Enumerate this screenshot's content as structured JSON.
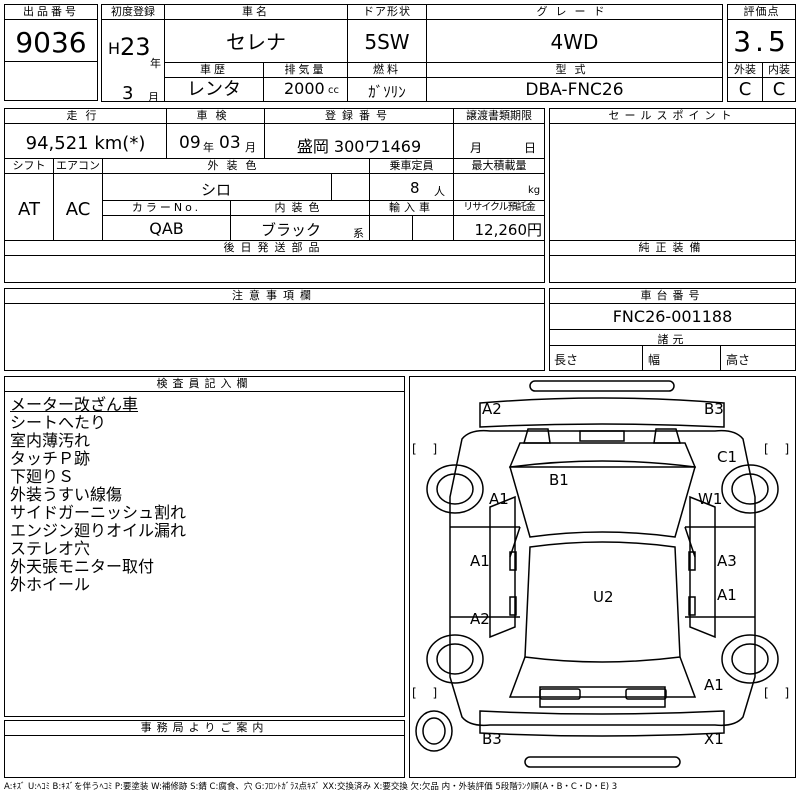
{
  "header": {
    "lot_label": "出品番号",
    "lot": "9036",
    "first_reg_label": "初度登録",
    "era": "H",
    "year": "23",
    "year_unit": "年",
    "month": "3",
    "month_unit": "月",
    "name_label": "車名",
    "name": "セレナ",
    "door_label": "ドア形状",
    "door": "5SW",
    "grade_label": "グレード",
    "grade": "4WD",
    "score_label": "評価点",
    "score": "3.5",
    "history_label": "車歴",
    "history": "レンタ",
    "disp_label": "排気量",
    "disp": "2000",
    "disp_unit": "cc",
    "fuel_label": "燃料",
    "fuel": "ｶﾞｿﾘﾝ",
    "model_label": "型式",
    "model": "DBA-FNC26",
    "ext_label": "外装",
    "ext": "C",
    "int_label": "内装",
    "int": "C"
  },
  "info": {
    "mileage_label": "走行",
    "mileage": "94,521 km(*)",
    "inspection_label": "車検",
    "insp_y": "09",
    "insp_y_unit": "年",
    "insp_m": "03",
    "insp_m_unit": "月",
    "reg_label": "登録番号",
    "reg": "盛岡 300ワ1469",
    "doc_label": "譲渡書類期限",
    "doc_m": "月",
    "doc_d": "日",
    "sales_label": "セールスポイント",
    "shift_label": "シフト",
    "shift": "AT",
    "ac_label": "エアコン",
    "ac": "AC",
    "color_label": "外装色",
    "color": "シロ",
    "capacity_label": "乗車定員",
    "capacity": "8",
    "capacity_unit": "人",
    "load_label": "最大積載量",
    "load_unit": "kg",
    "colorno_label": "カラーNo.",
    "colorno": "QAB",
    "interior_label": "内装色",
    "interior": "ブラック",
    "interior_unit": "系",
    "import_label": "輸入車",
    "recycle_label": "リサイクル預託金",
    "recycle": "12,260円",
    "later_label": "後日発送部品",
    "equip_label": "純正装備"
  },
  "notice": {
    "label": "注意事項欄"
  },
  "chassis": {
    "label": "車台番号",
    "number": "FNC26-001188",
    "dims_label": "諸元",
    "len": "長さ",
    "width": "幅",
    "height": "高さ"
  },
  "inspector": {
    "label": "検査員記入欄",
    "notes": [
      "メーター改ざん車",
      "シートへたり",
      "室内薄汚れ",
      "タッチＰ跡",
      "下廻りＳ",
      "外装うすい線傷",
      "サイドガーニッシュ割れ",
      "エンジン廻りオイル漏れ",
      "ステレオ穴",
      "外天張モニター取付",
      "外ホイール"
    ]
  },
  "office": {
    "label": "事務局よりご案内"
  },
  "diagram": {
    "marks": [
      {
        "id": "a2-top",
        "text": "A2"
      },
      {
        "id": "b3-top",
        "text": "B3"
      },
      {
        "id": "c1",
        "text": "C1"
      },
      {
        "id": "b1",
        "text": "B1"
      },
      {
        "id": "a1-left",
        "text": "A1"
      },
      {
        "id": "w1",
        "text": "W1"
      },
      {
        "id": "a1-side",
        "text": "A1"
      },
      {
        "id": "a3",
        "text": "A3"
      },
      {
        "id": "u2",
        "text": "U2"
      },
      {
        "id": "a1-right",
        "text": "A1"
      },
      {
        "id": "a2-side",
        "text": "A2"
      },
      {
        "id": "a1-rear",
        "text": "A1"
      },
      {
        "id": "b3-bottom",
        "text": "B3"
      },
      {
        "id": "x1",
        "text": "X1"
      }
    ],
    "bracket": "[ ]"
  },
  "legend": "A:ｷｽﾞ U:ﾍｺﾐ B:ｷｽﾞを伴うﾍｺﾐ P:要塗装 W:補修跡 S:錆 C:腐食、穴 G:ﾌﾛﾝﾄｶﾞﾗｽ点ｷｽﾞ XX:交換済み X:要交換 欠:欠品 内・外装評価 5段階ﾗﾝｸ順(A・B・C・D・E) 3"
}
